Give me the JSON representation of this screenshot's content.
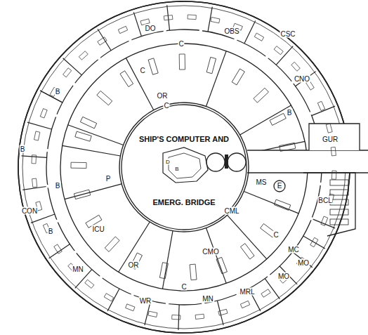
{
  "diagram": {
    "nodes": [
      {
        "text": [
          "SHIP'S COMPUTER AND",
          "EMERG. BRIDGE"
        ]
      },
      {
        "text": [
          "E"
        ]
      }
    ],
    "labels": [
      "DO",
      "OBS",
      "CSC",
      "CNO",
      "GUR",
      "C",
      "OR",
      "C",
      "C",
      "B",
      "B",
      "B",
      "B",
      "B",
      "P",
      "ICU",
      "CON",
      "MN",
      "WR",
      "C",
      "MN",
      "MRL",
      "MO",
      "MO",
      "MC",
      "BCL",
      "MS",
      "CML",
      "CMO",
      "OR",
      "C",
      "D",
      "B"
    ]
  }
}
